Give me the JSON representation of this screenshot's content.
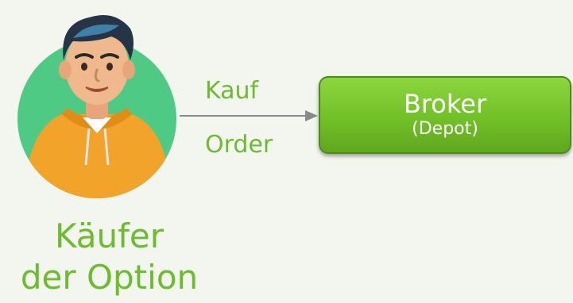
{
  "buyer": {
    "line1": "Käufer",
    "line2": "der Option"
  },
  "edge": {
    "label_top": "Kauf",
    "label_bottom": "Order"
  },
  "broker": {
    "title": "Broker",
    "subtitle": "(Depot)"
  },
  "colors": {
    "background": "#f2f6ee",
    "accent_green": "#6dbb2e",
    "box_green": "#7cc52f",
    "avatar_circle": "#4fca85",
    "hoodie": "#f1a429",
    "arrow": "#8a8a8a"
  },
  "icons": [
    "person-avatar-icon",
    "arrow-right-icon"
  ]
}
